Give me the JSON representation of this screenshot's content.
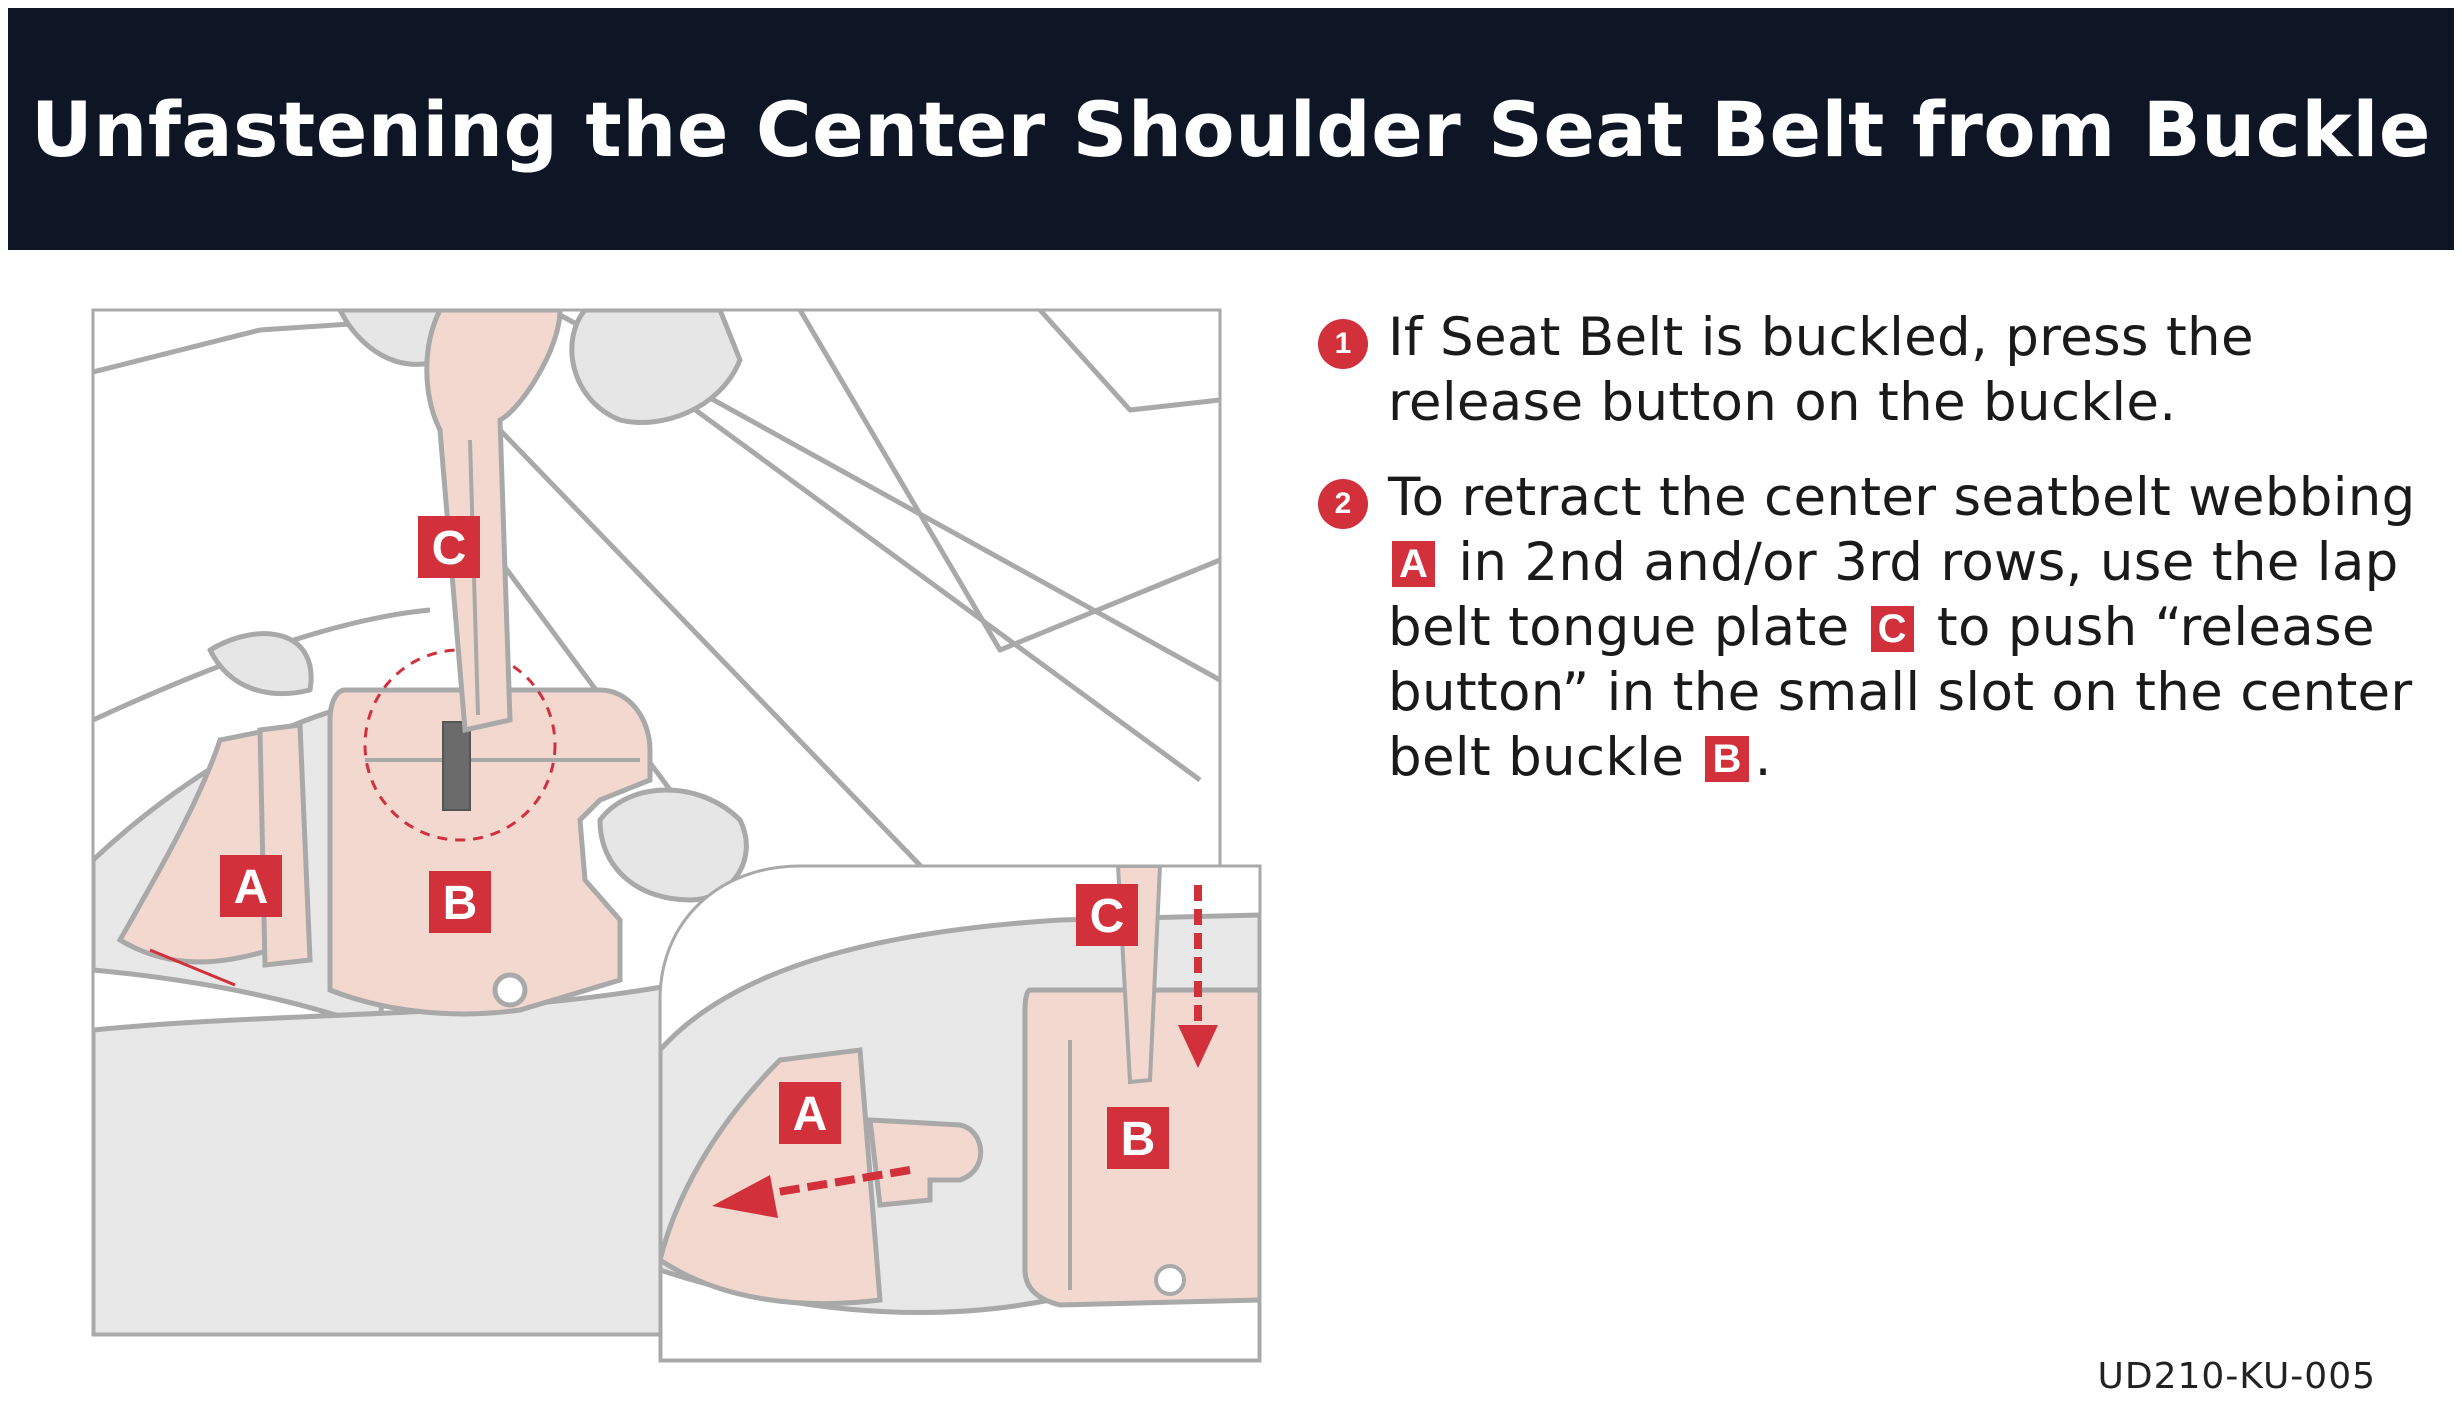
{
  "title": "Unfastening the Center Shoulder Seat Belt from Buckle",
  "figure": {
    "main_labels": {
      "a": "A",
      "b": "B",
      "c": "C"
    },
    "inset_labels": {
      "a": "A",
      "b": "B",
      "c": "C"
    }
  },
  "steps": [
    {
      "number": "1",
      "text": "If Seat Belt is buckled, press the release button on the buckle."
    },
    {
      "number": "2",
      "text_1": "To retract the center seatbelt webbing ",
      "tag_1": "A",
      "text_2": " in 2nd and/or 3rd rows, use the lap belt tongue plate ",
      "tag_2": "C",
      "text_3": " to push “release button” in the small slot on the center belt buckle ",
      "tag_3": "B",
      "text_4": "."
    }
  ],
  "doc_code": "UD210-KU-005",
  "colors": {
    "header_bg": "#0e1525",
    "accent_red": "#d2303b",
    "part_fill": "#f3d8d0",
    "line_gray": "#a9a9a9"
  }
}
